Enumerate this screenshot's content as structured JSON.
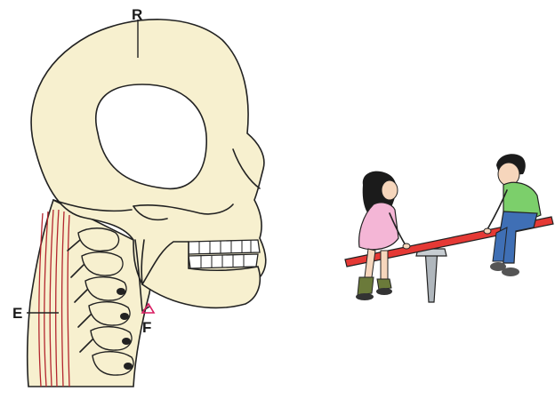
{
  "labels": {
    "top": "R",
    "left": "E",
    "fulcrum": "F"
  },
  "colors": {
    "bone": "#f7f0cf",
    "outline": "#222222",
    "muscle": "#b3262e",
    "fulcrum_marker": "#d81b60",
    "seesaw_plank": "#e53935",
    "seesaw_post": "#b0b7bd",
    "girl_dress": "#f4b6d6",
    "boy_shirt": "#7ccf6b",
    "boy_pants": "#3f6fb5"
  },
  "figures": [
    "skull-and-neck-lever",
    "children-on-seesaw"
  ]
}
